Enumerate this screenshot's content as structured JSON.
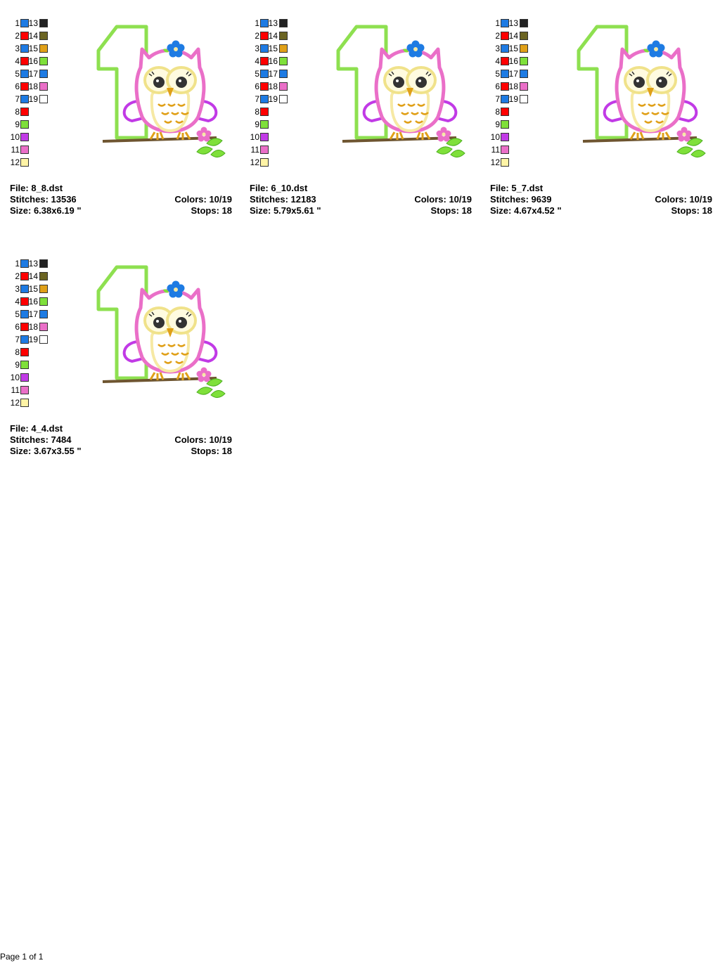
{
  "palette_left": [
    {
      "n": "1",
      "color": "#1e7be3"
    },
    {
      "n": "2",
      "color": "#ff0000"
    },
    {
      "n": "3",
      "color": "#1e7be3"
    },
    {
      "n": "4",
      "color": "#ff0000"
    },
    {
      "n": "5",
      "color": "#1e7be3"
    },
    {
      "n": "6",
      "color": "#ff0000"
    },
    {
      "n": "7",
      "color": "#1e7be3"
    },
    {
      "n": "8",
      "color": "#ff0000"
    },
    {
      "n": "9",
      "color": "#7fe03a"
    },
    {
      "n": "10",
      "color": "#c13ae6"
    },
    {
      "n": "11",
      "color": "#ea6fc8"
    },
    {
      "n": "12",
      "color": "#fff4a6"
    }
  ],
  "palette_right": [
    {
      "n": "13",
      "color": "#222222"
    },
    {
      "n": "14",
      "color": "#6b6422"
    },
    {
      "n": "15",
      "color": "#e0a018"
    },
    {
      "n": "16",
      "color": "#7fe03a"
    },
    {
      "n": "17",
      "color": "#1e7be3"
    },
    {
      "n": "18",
      "color": "#ea6fc8"
    },
    {
      "n": "19",
      "color": "#ffffff"
    }
  ],
  "cards": [
    {
      "file": "File: 8_8.dst",
      "stitches": "Stitches: 13536",
      "size": "Size: 6.38x6.19 \"",
      "colors": "Colors: 10/19",
      "stops": "Stops: 18"
    },
    {
      "file": "File: 6_10.dst",
      "stitches": "Stitches: 12183",
      "size": "Size: 5.79x5.61 \"",
      "colors": "Colors: 10/19",
      "stops": "Stops: 18"
    },
    {
      "file": "File: 5_7.dst",
      "stitches": "Stitches: 9639",
      "size": "Size: 4.67x4.52 \"",
      "colors": "Colors: 10/19",
      "stops": "Stops: 18"
    },
    {
      "file": "File: 4_4.dst",
      "stitches": "Stitches: 7484",
      "size": "Size: 3.67x3.55 \"",
      "colors": "Colors: 10/19",
      "stops": "Stops: 18"
    }
  ],
  "footer": "Page 1 of 1"
}
